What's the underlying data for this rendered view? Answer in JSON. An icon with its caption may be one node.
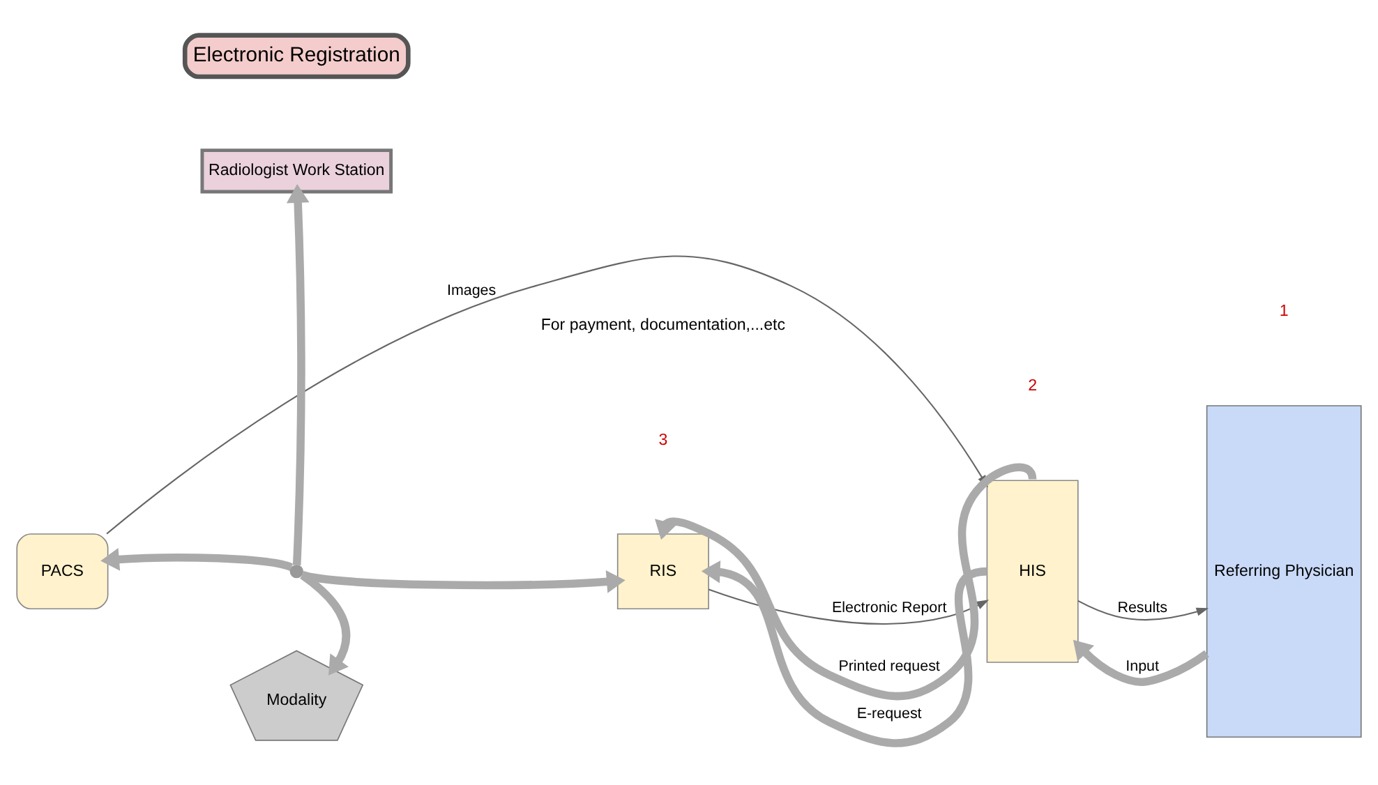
{
  "diagram": {
    "nodes": [
      {
        "text": [
          "Electronic Registration"
        ]
      },
      {
        "text": [
          "Radiologist Work Station"
        ]
      },
      {
        "text": [
          "PACS"
        ]
      },
      {
        "text": [
          "RIS"
        ]
      },
      {
        "text": [
          "HIS"
        ]
      },
      {
        "text": [
          "Referring Physician"
        ]
      },
      {
        "text": [
          "Modality"
        ]
      },
      {
        "text": [],
        "shape": "cross"
      }
    ],
    "edges": [
      {
        "from": 4,
        "to": 3,
        "arrow": "to",
        "label": "Printed request"
      },
      {
        "from": 4,
        "to": 3,
        "arrow": "to",
        "label": "E-request"
      },
      {
        "from": 5,
        "to": 4,
        "arrow": "to",
        "label": "Input"
      },
      {
        "from": 4,
        "to": 5,
        "arrow": "to",
        "label": "Results",
        "color": "#666666"
      },
      {
        "from": 2,
        "to": 4,
        "arrow": "to",
        "label": "Images",
        "color": "#666666"
      },
      {
        "from": 3,
        "to": 4,
        "arrow": "to",
        "label": "Electronic Report",
        "color": "#666666"
      },
      {
        "from": 7,
        "to": 1,
        "arrow": "to"
      },
      {
        "from": 7,
        "to": 2,
        "arrow": "to"
      },
      {
        "from": 7,
        "to": 3,
        "arrow": "to"
      },
      {
        "from": 7,
        "to": 6,
        "arrow": "to"
      }
    ],
    "labels": [
      "For payment, documentation,...etc",
      "3",
      "2",
      "1"
    ]
  }
}
